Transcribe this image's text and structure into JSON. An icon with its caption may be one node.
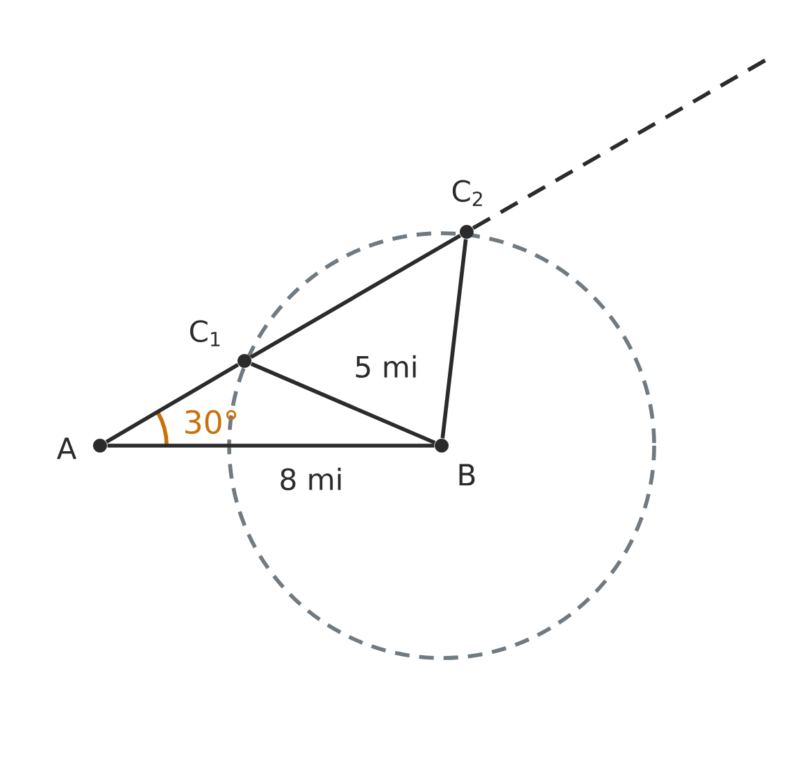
{
  "diagram": {
    "nodes": [
      {
        "text": [],
        "shape": "circle",
        "beside": [
          "A"
        ]
      },
      {
        "text": [],
        "shape": "circle",
        "beside": [
          "B"
        ]
      },
      {
        "text": [],
        "shape": "circle",
        "beside": [
          "C$_{1}$"
        ]
      },
      {
        "text": [],
        "shape": "circle",
        "beside": [
          "C$_{2}$"
        ]
      }
    ],
    "edges": [
      {
        "from": 0,
        "to": 1,
        "arrow": "none",
        "label": "8 mi"
      },
      {
        "from": 0,
        "to": 2,
        "arrow": "none"
      },
      {
        "from": 2,
        "to": 3,
        "arrow": "none"
      },
      {
        "from": 2,
        "to": 1,
        "arrow": "none",
        "label": "5 mi"
      },
      {
        "from": 1,
        "to": 3,
        "arrow": "none"
      },
      {
        "from": 3,
        "to": null,
        "arrow": "none",
        "style": "dashed"
      }
    ],
    "labels": [
      "30°"
    ]
  }
}
